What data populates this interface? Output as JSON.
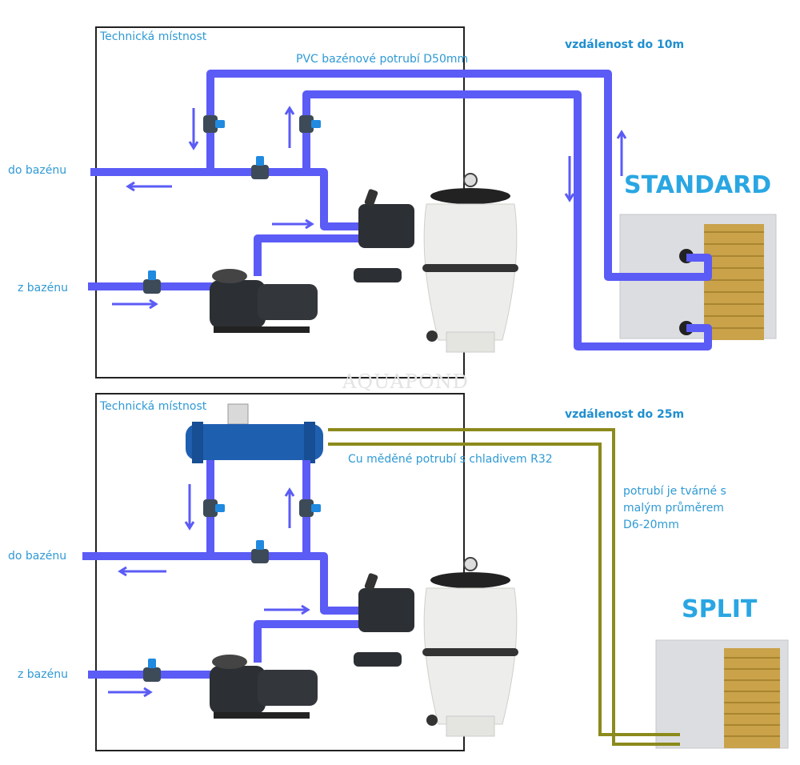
{
  "colors": {
    "water_pipe": "#5b5bf6",
    "copper_pipe": "#8c8a1c",
    "text": "#2f9ad4",
    "title": "#2aa6e3"
  },
  "top": {
    "room_label": "Technická místnost",
    "pipe_label": "PVC bazénové potrubí D50mm",
    "distance_label": "vzdálenost do 10m",
    "unit_title": "STANDARD",
    "to_pool": "do bazénu",
    "from_pool": "z bazénu"
  },
  "bottom": {
    "room_label": "Technická místnost",
    "pipe_label": "Cu měděné potrubí s chladivem R32",
    "distance_label": "vzdálenost do 25m",
    "pipe_note": [
      "potrubí je tvárné s",
      "malým průměrem",
      "D6-20mm"
    ],
    "unit_title": "SPLIT",
    "to_pool": "do bazénu",
    "from_pool": "z bazénu"
  },
  "watermark": "AQUAPOND"
}
